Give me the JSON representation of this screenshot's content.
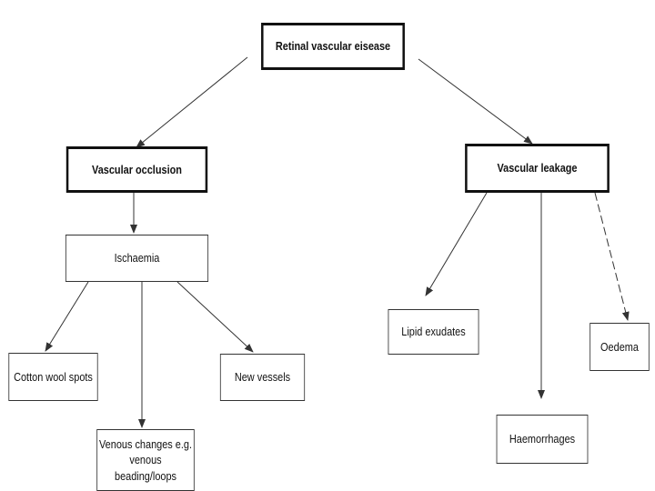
{
  "diagram": {
    "root": "Retinal vascular eisease",
    "branches": {
      "occlusion": "Vascular occlusion",
      "leakage": "Vascular leakage"
    },
    "occlusion_children": {
      "ischaemia": "Ischaemia"
    },
    "ischaemia_children": {
      "cotton_wool": "Cotton wool spots",
      "new_vessels": "New vessels",
      "venous_line1": "Venous changes e.g.",
      "venous_line2": "venous beading/loops"
    },
    "leakage_children": {
      "lipid": "Lipid exudates",
      "oedema": "Oedema",
      "haemorrhages": "Haemorrhages"
    }
  },
  "colors": {
    "line": "#333333",
    "border": "#111111",
    "background": "#ffffff"
  }
}
